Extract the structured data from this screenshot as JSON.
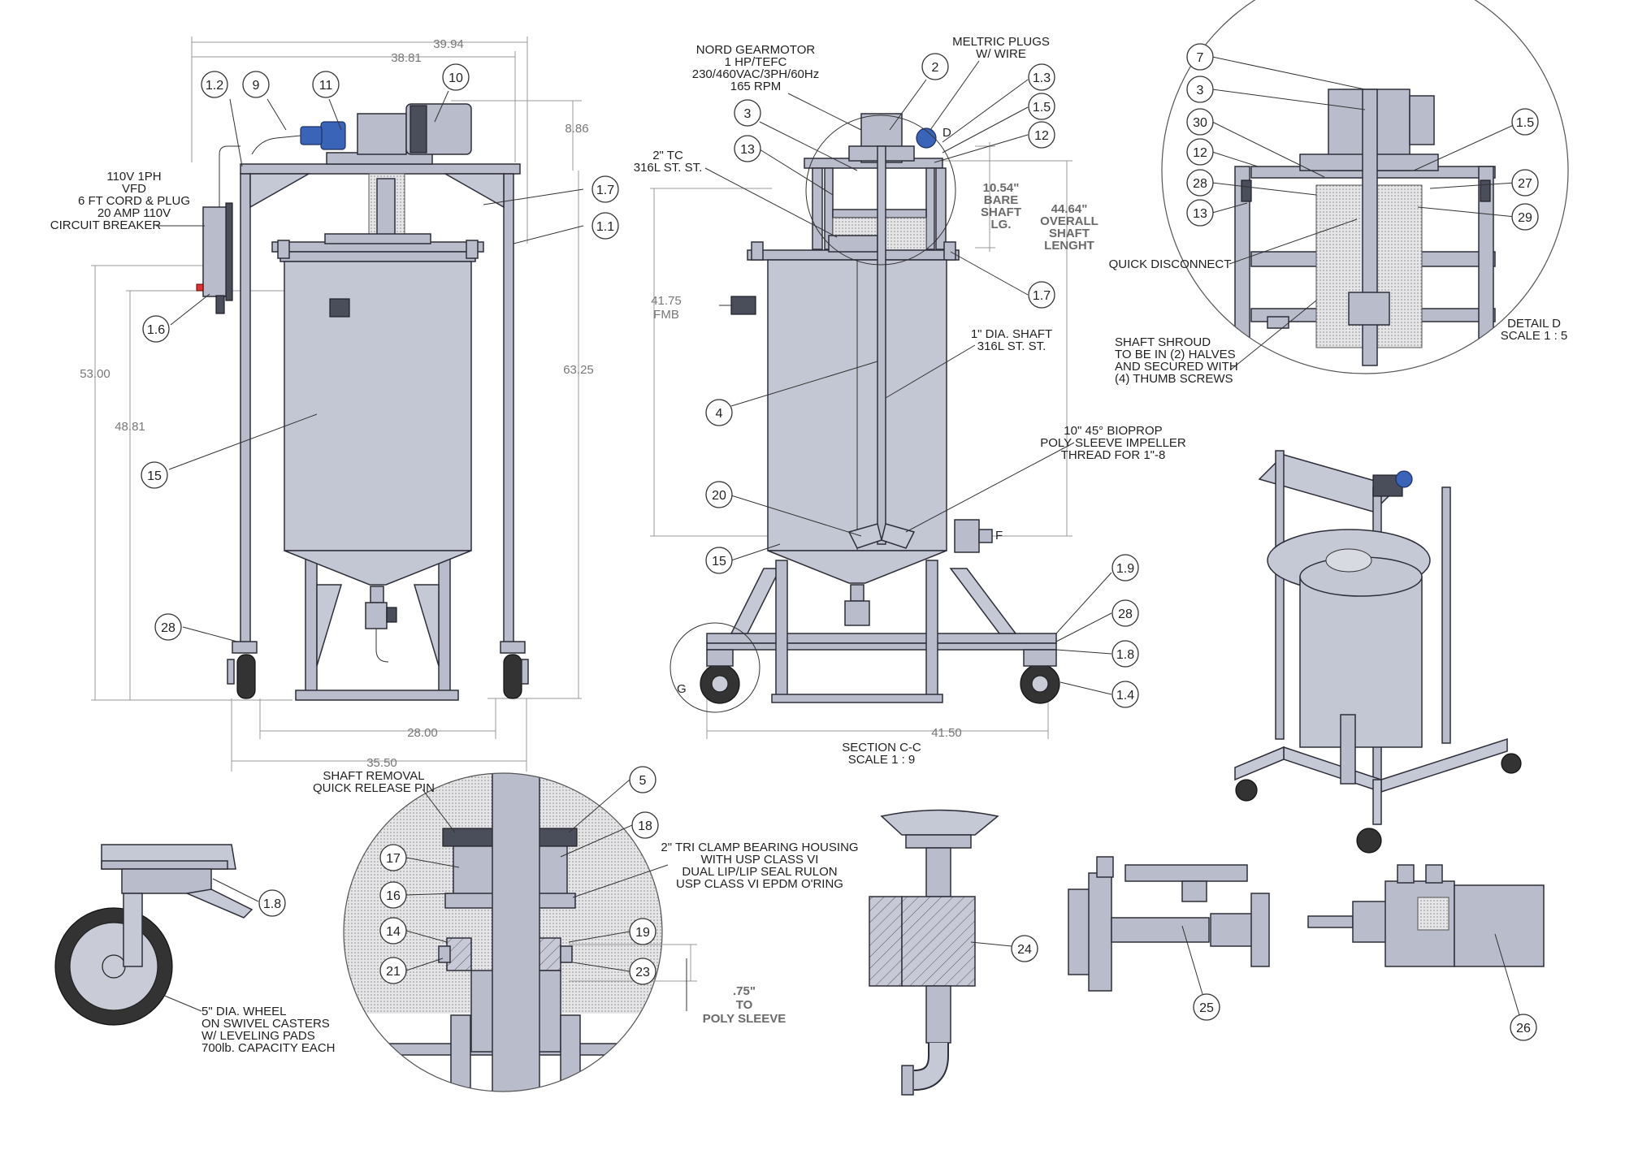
{
  "front_view": {
    "dims": {
      "overall_width": "39.94",
      "frame_width": "38.81",
      "motor_height": "8.86",
      "overall_height": "63.25",
      "cabinet_height": "53.00",
      "tank_height": "48.81",
      "inner_width": "28.00",
      "base_width": "35.50"
    },
    "electrical_note": [
      "110V 1PH",
      "VFD",
      "6 FT CORD & PLUG",
      "20 AMP 110V",
      "CIRCUIT BREAKER"
    ],
    "bubbles": {
      "b_1_2": "1.2",
      "b_9": "9",
      "b_11": "11",
      "b_10": "10",
      "b_1_7": "1.7",
      "b_1_1": "1.1",
      "b_1_6": "1.6",
      "b_15": "15",
      "b_28": "28"
    }
  },
  "section_view": {
    "motor_note": [
      "NORD GEARMOTOR",
      "1 HP/TEFC",
      "230/460VAC/3PH/60Hz",
      "165 RPM"
    ],
    "plug_note": [
      "MELTRIC PLUGS",
      "W/ WIRE"
    ],
    "tc_note": [
      "2\" TC",
      "316L ST. ST."
    ],
    "fmb_note": [
      "41.75",
      "FMB"
    ],
    "bare_shaft": [
      "10.54\"",
      "BARE",
      "SHAFT",
      "LG."
    ],
    "overall_shaft": [
      "44.64\"",
      "OVERALL",
      "SHAFT",
      "LENGHT"
    ],
    "shaft_note": [
      "1\" DIA. SHAFT",
      "316L ST. ST."
    ],
    "impeller_note": [
      "10\" 45° BIOPROP",
      "POLY SLEEVE IMPELLER",
      "THREAD FOR 1\"-8"
    ],
    "width_dim": "41.50",
    "title": [
      "SECTION C-C",
      "SCALE 1 : 9"
    ],
    "mark_d": "D",
    "mark_f": "F",
    "mark_g": "G",
    "bubbles": {
      "b_2": "2",
      "b_3": "3",
      "b_1_3": "1.3",
      "b_1_5": "1.5",
      "b_12": "12",
      "b_13": "13",
      "b_1_7": "1.7",
      "b_4": "4",
      "b_20": "20",
      "b_15": "15",
      "b_1_9": "1.9",
      "b_28": "28",
      "b_1_8": "1.8",
      "b_1_4": "1.4"
    }
  },
  "detail_d": {
    "quick_disconnect": "QUICK DISCONNECT",
    "shroud_note": [
      "SHAFT SHROUD",
      "TO BE IN (2) HALVES",
      "AND SECURED WITH",
      "(4) THUMB SCREWS"
    ],
    "title": [
      "DETAIL D",
      "SCALE 1 : 5"
    ],
    "bubbles": {
      "b_7": "7",
      "b_3": "3",
      "b_30": "30",
      "b_12": "12",
      "b_28": "28",
      "b_13": "13",
      "b_1_5": "1.5",
      "b_27": "27",
      "b_29": "29"
    }
  },
  "caster_detail": {
    "note": [
      "5\" DIA. WHEEL",
      "ON SWIVEL CASTERS",
      "W/ LEVELING PADS",
      "700lb. CAPACITY EACH"
    ],
    "bubble": "1.8"
  },
  "bearing_detail": {
    "pin_note": [
      "SHAFT REMOVAL",
      "QUICK RELEASE PIN"
    ],
    "housing_note": [
      "2\" TRI CLAMP BEARING HOUSING",
      "WITH USP CLASS VI",
      "DUAL LIP/LIP SEAL RULON",
      "USP CLASS VI EPDM O'RING"
    ],
    "sleeve_note": [
      ".75\"",
      "TO",
      "POLY SLEEVE"
    ],
    "bubbles": {
      "b_5": "5",
      "b_18": "18",
      "b_17": "17",
      "b_16": "16",
      "b_14": "14",
      "b_21": "21",
      "b_19": "19",
      "b_23": "23"
    }
  },
  "valve_details": {
    "b_24": "24",
    "b_25": "25",
    "b_26": "26"
  }
}
